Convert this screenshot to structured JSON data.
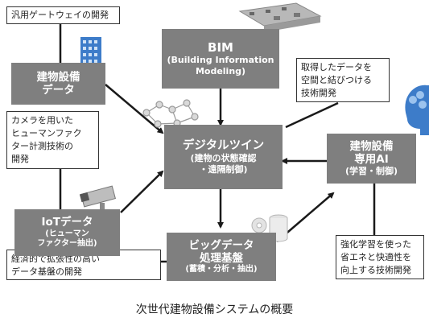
{
  "boxes": {
    "building_data": {
      "lines": [
        "建物設備",
        "データ"
      ]
    },
    "bim": {
      "title": "BIM",
      "sub": [
        "(Building Information",
        "Modeling)"
      ]
    },
    "digital_twin": {
      "title": "デジタルツイン",
      "sub": [
        "(建物の状態確認",
        "・遠隔制御)"
      ]
    },
    "building_ai": {
      "lines": [
        "建物設備",
        "専用AI"
      ],
      "sub": [
        "(学習・制御)"
      ]
    },
    "iot_data": {
      "title": "IoTデータ",
      "sub": [
        "(ヒューマン",
        "ファクター抽出)"
      ]
    },
    "bigdata": {
      "lines": [
        "ビッグデータ",
        "処理基盤"
      ],
      "sub": [
        "(蓄積・分析・抽出)"
      ]
    }
  },
  "notes": {
    "gateway": [
      "汎用ゲートウェイの開発"
    ],
    "spatial": [
      "取得したデータを",
      "空間と結びつける",
      "技術開発"
    ],
    "camera": [
      "カメラを用いた",
      "ヒューマンファク",
      "ター計測技術の",
      "開発"
    ],
    "reinforcement": [
      "強化学習を使った",
      "省エネと快適性を",
      "向上する技術開発"
    ],
    "economical": [
      "経済的で拡張性の高い",
      "データ基盤の開発"
    ]
  },
  "caption": "次世代建物設備システムの概要",
  "colors": {
    "box": "#7f7f7f",
    "line": "#1a1a1a",
    "icon_blue": "#3d7cc9"
  }
}
